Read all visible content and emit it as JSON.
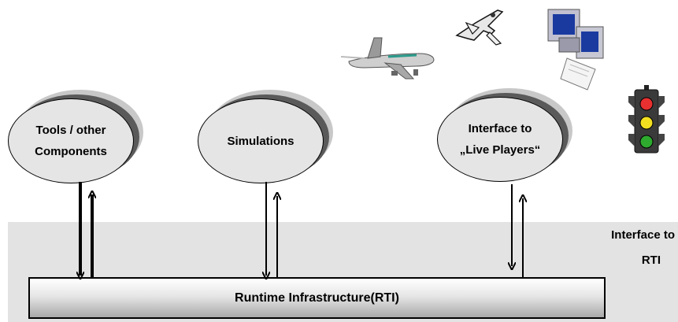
{
  "nodes": {
    "tools": {
      "line1": "Tools / other",
      "line2": "Components"
    },
    "simulations": {
      "line1": "Simulations"
    },
    "interface_live": {
      "line1": "Interface to",
      "line2": "„Live Players“"
    }
  },
  "band": {
    "line1": "Interface to",
    "line2": "RTI"
  },
  "rti": {
    "label": "Runtime Infrastructure(RTI)"
  },
  "icons": [
    "airliner-icon",
    "fighter-jet-icon",
    "computer-workstation-icon",
    "traffic-light-icon"
  ]
}
